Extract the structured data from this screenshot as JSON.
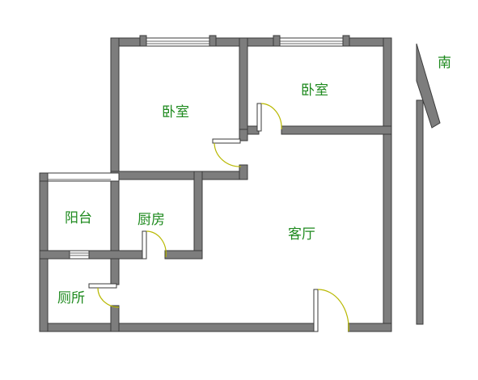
{
  "rooms": {
    "bedroom_left": "卧室",
    "bedroom_right": "卧室",
    "balcony": "阳台",
    "kitchen": "厨房",
    "living_room": "客厅",
    "toilet": "厕所"
  },
  "compass": {
    "direction_label": "南"
  },
  "colors": {
    "wall": "#7d7d7d",
    "wall_outline": "#3a3a3a",
    "label": "#1e8a1e",
    "door_arc": "#b8b800"
  }
}
